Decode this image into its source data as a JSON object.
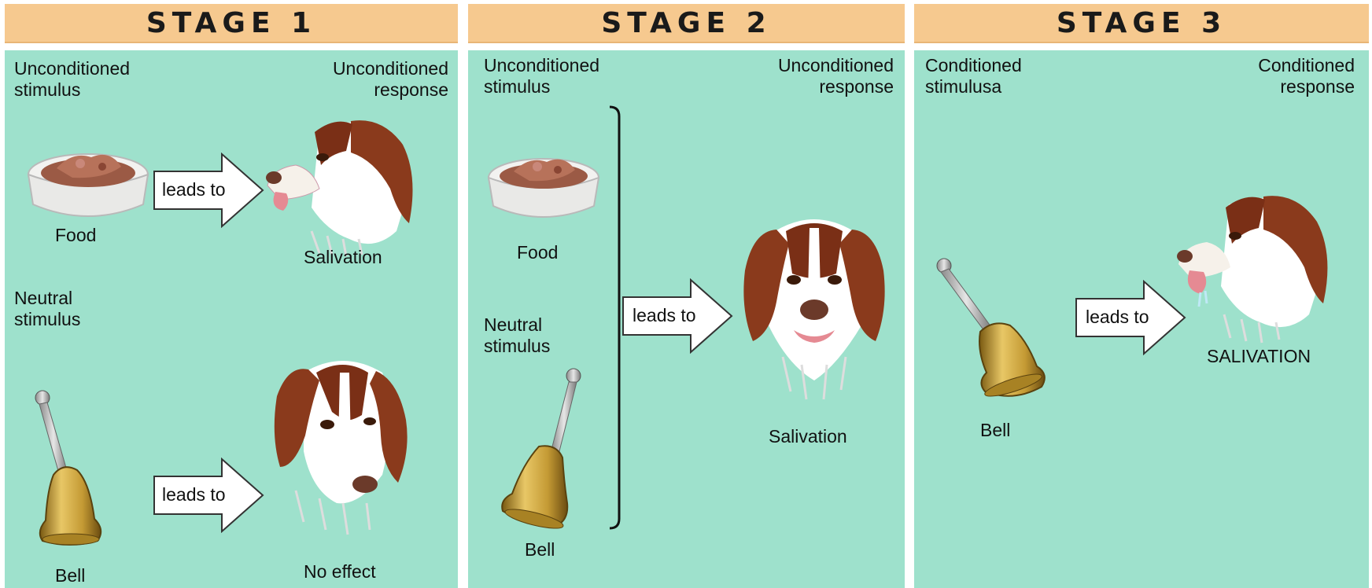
{
  "stages": [
    {
      "title": "STAGE 1",
      "top_left_label": "Unconditioned\nstimulus",
      "top_right_label": "Unconditioned\nresponse",
      "food_label": "Food",
      "salivation_label": "Salivation",
      "neutral_label": "Neutral\nstimulus",
      "bell_label": "Bell",
      "no_effect_label": "No effect",
      "arrow_label": "leads to"
    },
    {
      "title": "STAGE 2",
      "top_left_label": "Unconditioned\nstimulus",
      "top_right_label": "Unconditioned\nresponse",
      "food_label": "Food",
      "neutral_label": "Neutral\nstimulus",
      "bell_label": "Bell",
      "salivation_label": "Salivation",
      "arrow_label": "leads to"
    },
    {
      "title": "STAGE 3",
      "top_left_label": "Conditioned\nstimulusa",
      "top_right_label": "Conditioned\nresponse",
      "bell_label": "Bell",
      "salivation_label": "SALIVATION",
      "arrow_label": "leads to"
    }
  ],
  "colors": {
    "panel": "#9ee1cc",
    "banner": "#f6c98f",
    "dog_brown": "#8a3a1c",
    "bell_gold": "#c9a03a"
  }
}
